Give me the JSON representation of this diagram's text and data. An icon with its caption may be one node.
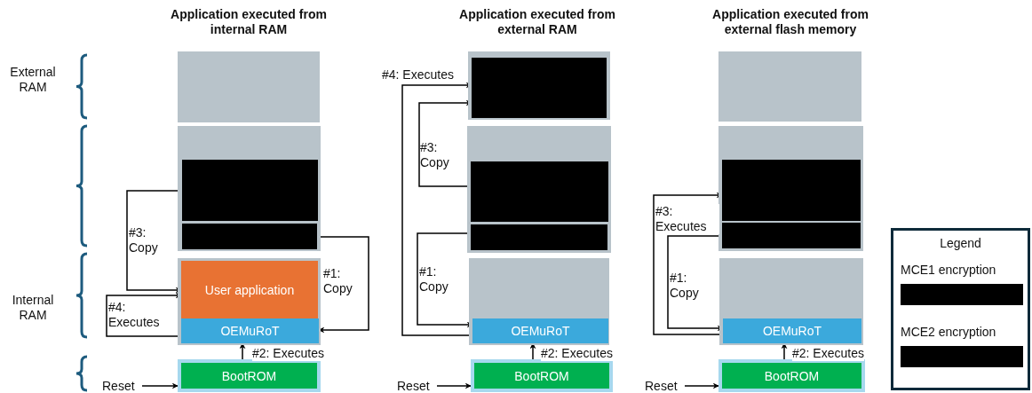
{
  "diagram": {
    "nodes": [
      {
        "text": [],
        "shape": "box"
      },
      {
        "text": [],
        "shape": "box"
      },
      {
        "text": [],
        "shape": "box",
        "in": 1
      },
      {
        "text": [],
        "shape": "box",
        "in": 1
      },
      {
        "text": [],
        "shape": "box"
      },
      {
        "text": [
          "User application"
        ],
        "in": 4
      },
      {
        "text": [
          "OEMuRoT"
        ],
        "in": 4
      },
      {
        "text": [
          "BootROM"
        ]
      },
      {
        "text": [
          "Reset"
        ]
      },
      {
        "text": [],
        "shape": "box"
      },
      {
        "text": [],
        "shape": "box",
        "in": 9
      },
      {
        "text": [],
        "shape": "box"
      },
      {
        "text": [],
        "shape": "box",
        "in": 11
      },
      {
        "text": [],
        "shape": "box",
        "in": 11
      },
      {
        "text": [],
        "shape": "box"
      },
      {
        "text": [
          "OEMuRoT"
        ],
        "in": 14
      },
      {
        "text": [
          "BootROM"
        ]
      },
      {
        "text": [
          "Reset"
        ]
      },
      {
        "text": [],
        "shape": "box"
      },
      {
        "text": [],
        "shape": "box"
      },
      {
        "text": [],
        "shape": "box",
        "in": 19
      },
      {
        "text": [],
        "shape": "box",
        "in": 19
      },
      {
        "text": [],
        "shape": "box"
      },
      {
        "text": [
          "OEMuRoT"
        ],
        "in": 22
      },
      {
        "text": [
          "BootROM"
        ]
      },
      {
        "text": [
          "Reset"
        ]
      }
    ],
    "edges": [
      {
        "from": 3,
        "to": 6,
        "arrow": "to",
        "label": "#1: Copy"
      },
      {
        "from": 7,
        "to": 6,
        "arrow": "to",
        "label": "#2: Executes"
      },
      {
        "from": 2,
        "to": 5,
        "arrow": "to",
        "label": "#3: Copy"
      },
      {
        "from": 6,
        "to": 5,
        "arrow": "to",
        "label": "#4: Executes"
      },
      {
        "from": 8,
        "to": 7,
        "arrow": "to"
      },
      {
        "from": 13,
        "to": 15,
        "arrow": "to",
        "label": "#1: Copy"
      },
      {
        "from": 16,
        "to": 15,
        "arrow": "to",
        "label": "#2: Executes"
      },
      {
        "from": 12,
        "to": 10,
        "arrow": "to",
        "label": "#3: Copy"
      },
      {
        "from": 15,
        "to": 10,
        "arrow": "to",
        "label": "#4: Executes"
      },
      {
        "from": 17,
        "to": 16,
        "arrow": "to"
      },
      {
        "from": 21,
        "to": 23,
        "arrow": "to",
        "label": "#1: Copy"
      },
      {
        "from": 24,
        "to": 23,
        "arrow": "to",
        "label": "#2: Executes"
      },
      {
        "from": 23,
        "to": 20,
        "arrow": "to",
        "label": "#3: Executes"
      },
      {
        "from": 25,
        "to": 24,
        "arrow": "to"
      }
    ],
    "labels": [
      "Application executed from internal RAM",
      "Application executed from external RAM",
      "Application executed from external flash memory",
      "External RAM",
      "Internal RAM",
      "Legend"
    ],
    "legend": [
      {
        "text": "MCE1 encryption",
        "color": "#000000"
      },
      {
        "text": "MCE2 encryption",
        "color": "#000000"
      }
    ]
  }
}
